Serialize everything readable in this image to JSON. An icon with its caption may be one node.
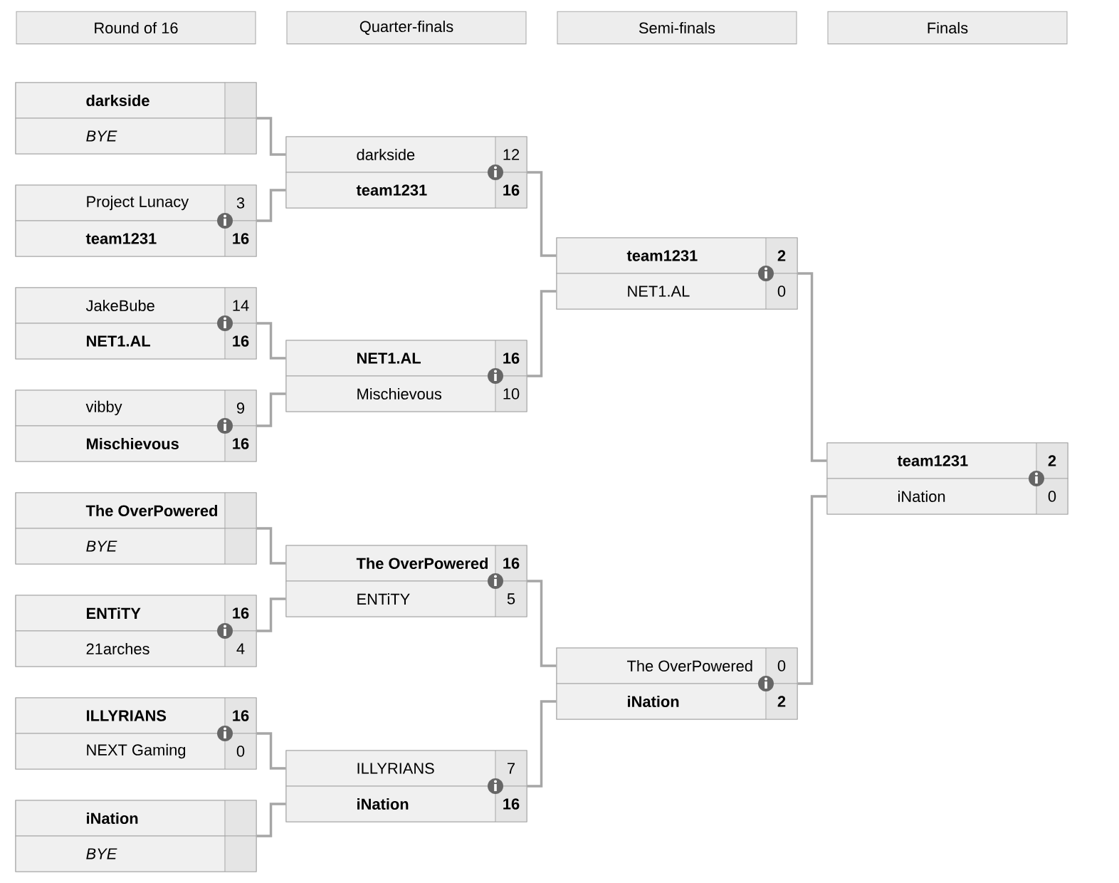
{
  "diagram": {
    "nodes": [
      {
        "text": [
          "Round of 16"
        ]
      },
      {
        "text": [
          "Quarter-finals"
        ]
      },
      {
        "text": [
          "Semi-finals"
        ]
      },
      {
        "text": [
          "Finals"
        ]
      },
      {
        "text": [],
        "shape": "box"
      },
      {
        "text": [
          "darkside"
        ],
        "in": 4
      },
      {
        "text": [
          "BYE"
        ],
        "in": 4
      },
      {
        "text": [],
        "shape": "box"
      },
      {
        "text": [
          "Project Lunacy",
          "3"
        ],
        "in": 7
      },
      {
        "text": [
          "team1231",
          "16"
        ],
        "in": 7
      },
      {
        "text": [],
        "shape": "box"
      },
      {
        "text": [
          "JakeBube",
          "14"
        ],
        "in": 10
      },
      {
        "text": [
          "NET1.AL",
          "16"
        ],
        "in": 10
      },
      {
        "text": [],
        "shape": "box"
      },
      {
        "text": [
          "vibby",
          "9"
        ],
        "in": 13
      },
      {
        "text": [
          "Mischievous",
          "16"
        ],
        "in": 13
      },
      {
        "text": [],
        "shape": "box"
      },
      {
        "text": [
          "The OverPowered"
        ],
        "in": 16
      },
      {
        "text": [
          "BYE"
        ],
        "in": 16
      },
      {
        "text": [],
        "shape": "box"
      },
      {
        "text": [
          "ENTiTY",
          "16"
        ],
        "in": 19
      },
      {
        "text": [
          "21arches",
          "4"
        ],
        "in": 19
      },
      {
        "text": [],
        "shape": "box"
      },
      {
        "text": [
          "ILLYRIANS",
          "16"
        ],
        "in": 22
      },
      {
        "text": [
          "NEXT Gaming",
          "0"
        ],
        "in": 22
      },
      {
        "text": [],
        "shape": "box"
      },
      {
        "text": [
          "iNation"
        ],
        "in": 25
      },
      {
        "text": [
          "BYE"
        ],
        "in": 25
      },
      {
        "text": [],
        "shape": "box"
      },
      {
        "text": [
          "darkside",
          "12"
        ],
        "in": 28
      },
      {
        "text": [
          "team1231",
          "16"
        ],
        "in": 28
      },
      {
        "text": [],
        "shape": "box"
      },
      {
        "text": [
          "NET1.AL",
          "16"
        ],
        "in": 31
      },
      {
        "text": [
          "Mischievous",
          "10"
        ],
        "in": 31
      },
      {
        "text": [],
        "shape": "box"
      },
      {
        "text": [
          "The OverPowered",
          "16"
        ],
        "in": 34
      },
      {
        "text": [
          "ENTiTY",
          "5"
        ],
        "in": 34
      },
      {
        "text": [],
        "shape": "box"
      },
      {
        "text": [
          "ILLYRIANS",
          "7"
        ],
        "in": 37
      },
      {
        "text": [
          "iNation",
          "16"
        ],
        "in": 37
      },
      {
        "text": [],
        "shape": "box"
      },
      {
        "text": [
          "team1231",
          "2"
        ],
        "in": 40
      },
      {
        "text": [
          "NET1.AL",
          "0"
        ],
        "in": 40
      },
      {
        "text": [],
        "shape": "box"
      },
      {
        "text": [
          "The OverPowered",
          "0"
        ],
        "in": 43
      },
      {
        "text": [
          "iNation",
          "2"
        ],
        "in": 43
      },
      {
        "text": [],
        "shape": "box"
      },
      {
        "text": [
          "team1231",
          "2"
        ],
        "in": 46
      },
      {
        "text": [
          "iNation",
          "0"
        ],
        "in": 46
      }
    ],
    "edges": [
      {
        "from": 4,
        "to": 29,
        "arrow": "none"
      },
      {
        "from": 7,
        "to": 30,
        "arrow": "none"
      },
      {
        "from": 10,
        "to": 32,
        "arrow": "none"
      },
      {
        "from": 13,
        "to": 33,
        "arrow": "none"
      },
      {
        "from": 16,
        "to": 35,
        "arrow": "none"
      },
      {
        "from": 19,
        "to": 36,
        "arrow": "none"
      },
      {
        "from": 22,
        "to": 38,
        "arrow": "none"
      },
      {
        "from": 25,
        "to": 39,
        "arrow": "none"
      },
      {
        "from": 28,
        "to": 41,
        "arrow": "none"
      },
      {
        "from": 31,
        "to": 42,
        "arrow": "none"
      },
      {
        "from": 34,
        "to": 44,
        "arrow": "none"
      },
      {
        "from": 37,
        "to": 45,
        "arrow": "none"
      },
      {
        "from": 40,
        "to": 47,
        "arrow": "none"
      },
      {
        "from": 43,
        "to": 48,
        "arrow": "none"
      }
    ]
  }
}
